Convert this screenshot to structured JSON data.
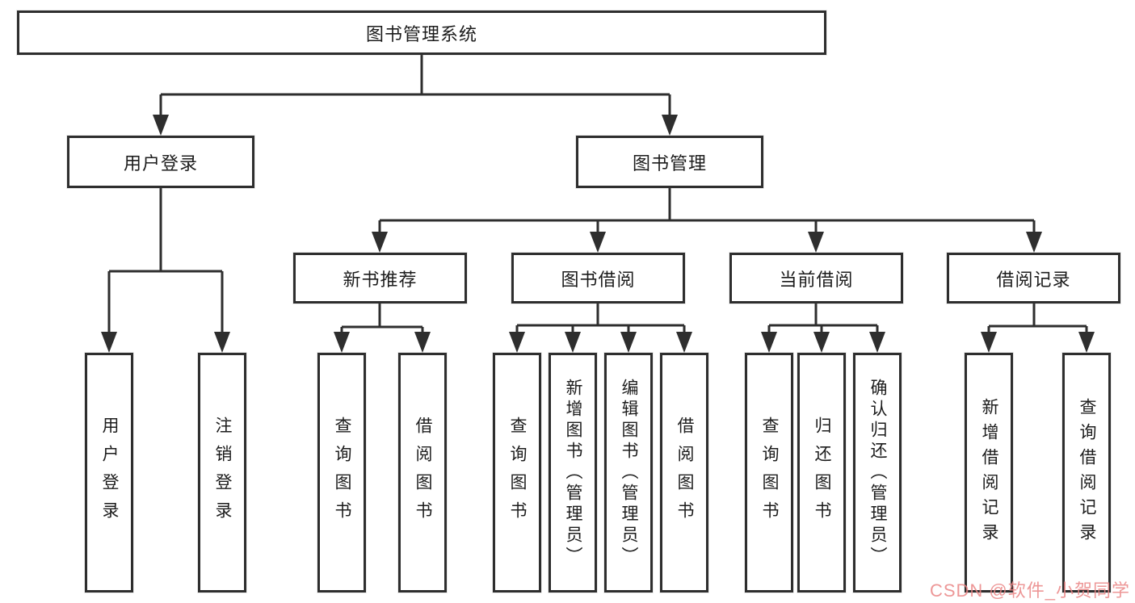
{
  "nodes": {
    "root": "图书管理系统",
    "user_login": "用户登录",
    "book_mgmt": "图书管理",
    "new_book": "新书推荐",
    "book_borrow": "图书借阅",
    "current_borrow": "当前借阅",
    "borrow_record": "借阅记录"
  },
  "leaves": {
    "user_login": [
      "用户登录",
      "注销登录"
    ],
    "new_book": [
      "查询图书",
      "借阅图书"
    ],
    "book_borrow": [
      "查询图书",
      "新增图书（管理员）",
      "编辑图书（管理员）",
      "借阅图书"
    ],
    "current_borrow": [
      "查询图书",
      "归还图书",
      "确认归还（管理员）"
    ],
    "borrow_record": [
      "新增借阅记录",
      "查询借阅记录"
    ]
  },
  "colors": {
    "line": "#2e2e2e",
    "text": "#1c1c1c",
    "watermark": "#ea8585"
  },
  "watermark": {
    "text": "CSDN @软件_小贺同学",
    "color": "#ea8585"
  }
}
